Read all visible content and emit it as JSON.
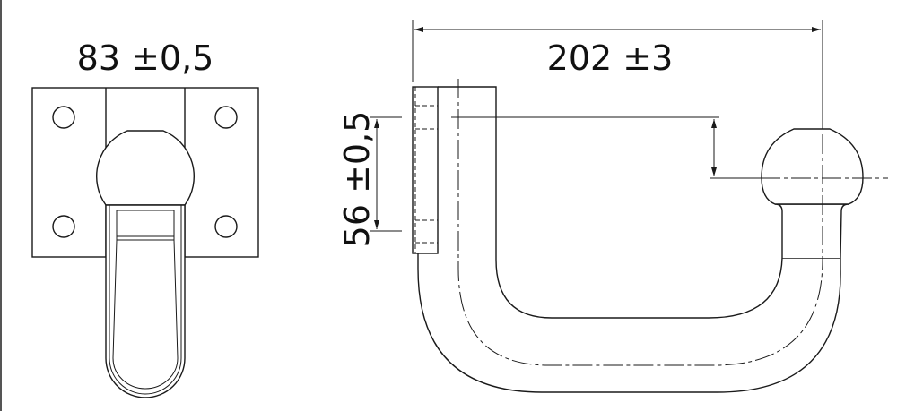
{
  "drawing": {
    "front_view": {
      "width_dimension": "83 ±0,5"
    },
    "side_view": {
      "length_dimension": "202 ±3",
      "height_dimension": "56 ±0,5"
    }
  },
  "colors": {
    "line": "#1a1a1a",
    "background": "#ffffff",
    "frame": "#555555"
  }
}
